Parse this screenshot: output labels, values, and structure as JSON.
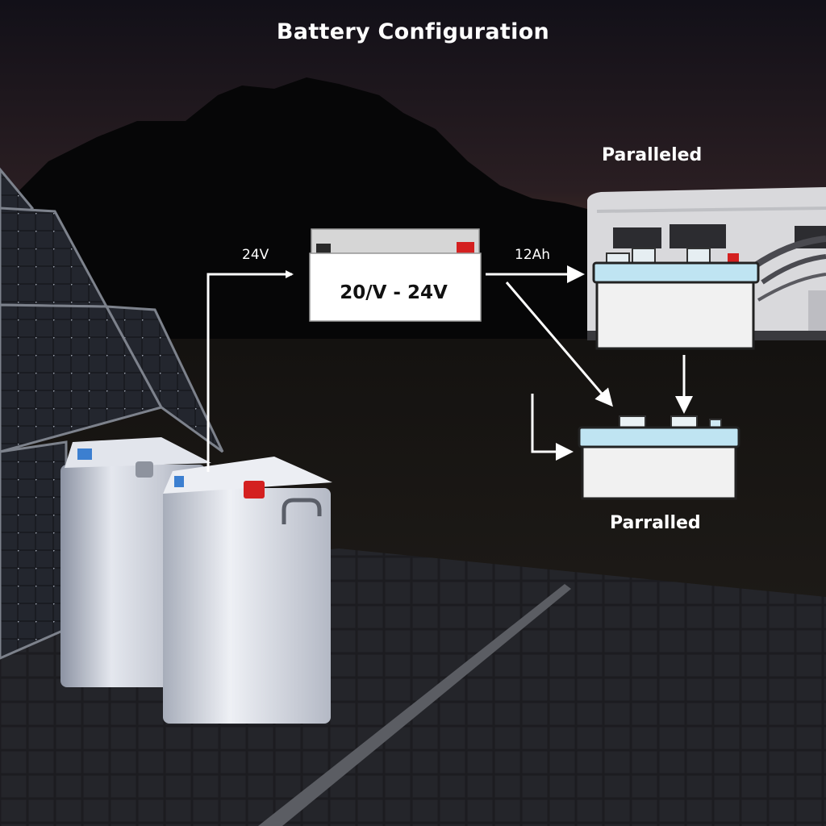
{
  "title": "Battery Configuration",
  "labels": {
    "input_voltage": "24V",
    "capacity": "12Ah",
    "paralleled_top": "Paralleled",
    "paralleled_bottom": "Parralled"
  },
  "central_battery": {
    "voltage_range": "20/V  -  24V"
  },
  "colors": {
    "sky_top": "#121018",
    "sky_horizon": "#6b4628",
    "battery_cap": "#bfe4f2",
    "terminal_red": "#d42020"
  }
}
